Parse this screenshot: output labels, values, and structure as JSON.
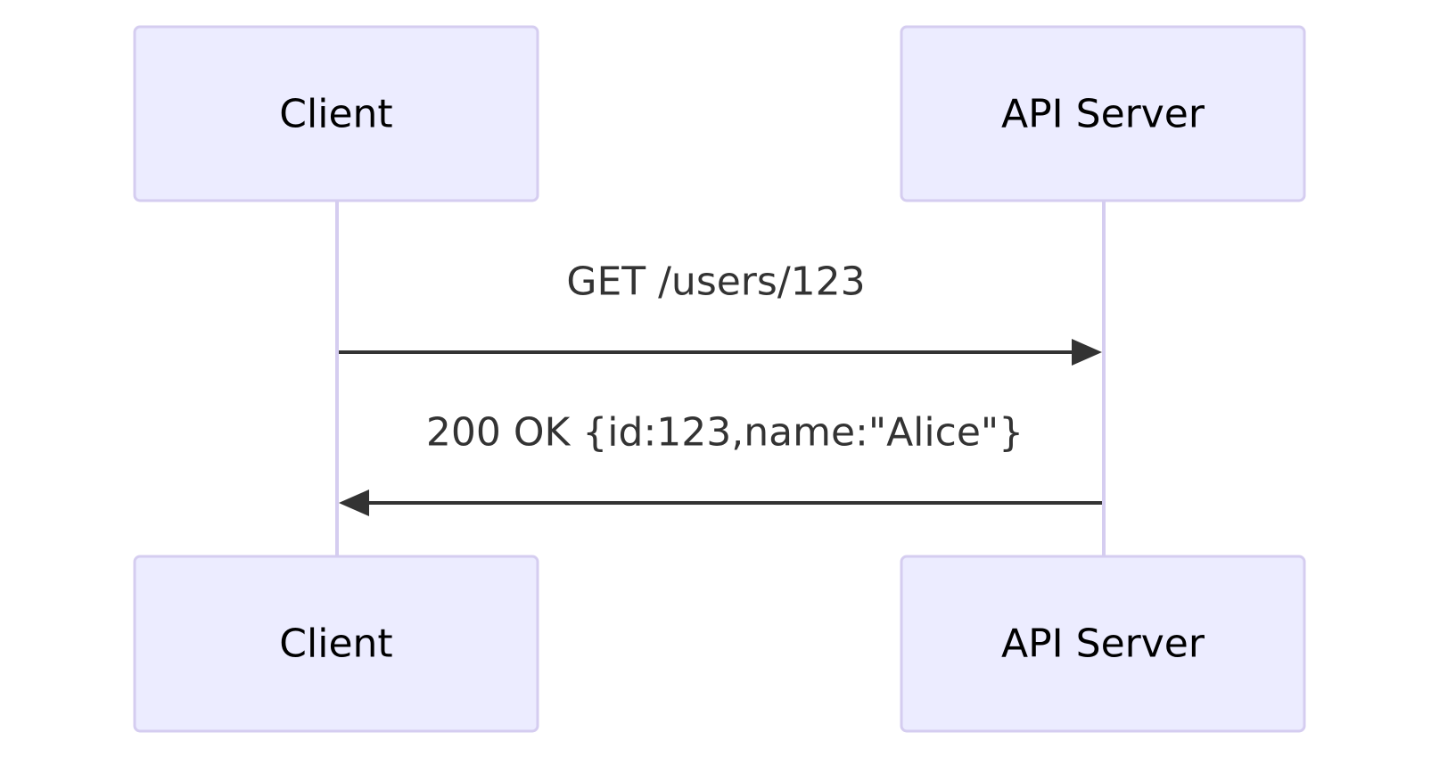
{
  "participants": [
    {
      "id": "client",
      "label": "Client"
    },
    {
      "id": "api",
      "label": "API Server"
    }
  ],
  "messages": [
    {
      "from": "client",
      "to": "api",
      "label": "GET /users/123"
    },
    {
      "from": "api",
      "to": "client",
      "label": "200 OK {id:123,name:\"Alice\"}"
    }
  ],
  "colors": {
    "actor_fill": "#ececff",
    "actor_stroke": "#d5cdf0",
    "lifeline": "#d5cdf0",
    "arrow": "#333333",
    "text": "#333333"
  }
}
